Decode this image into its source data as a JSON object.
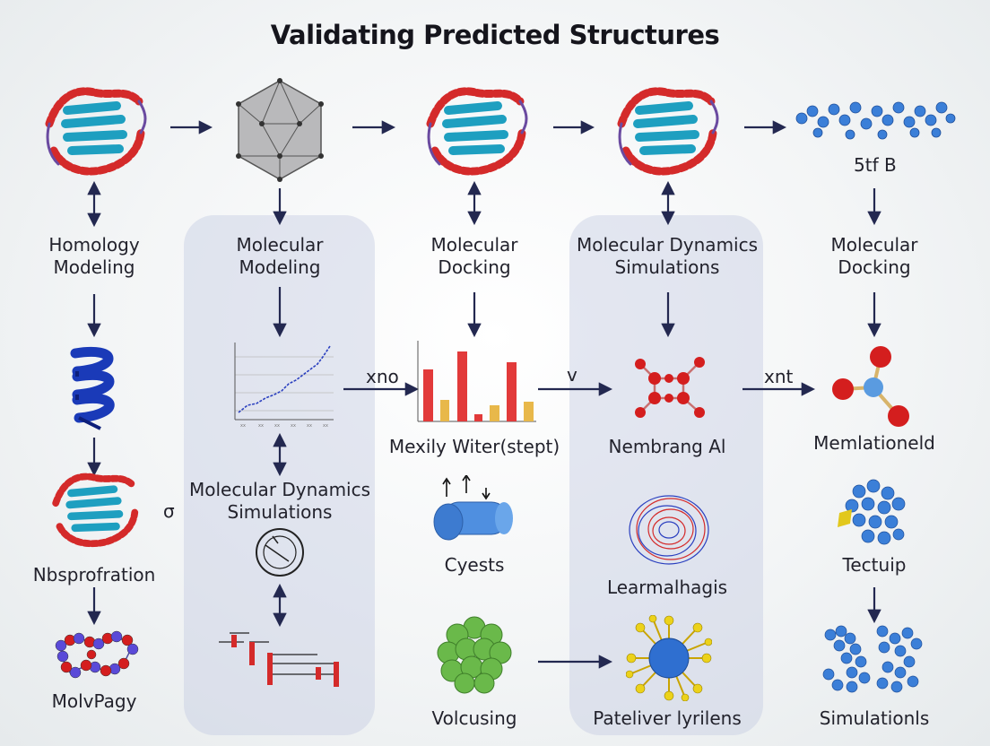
{
  "title": "Validating Predicted Structures",
  "columns": {
    "c1": {
      "top": "Homology\nModeling",
      "mid": "Nbsprofration",
      "bottom": "MolvPagy"
    },
    "c2": {
      "top": "Molecular\nModeling",
      "mid": "Molecular Dynamics\nSimulations"
    },
    "c3": {
      "top": "Molecular\nDocking",
      "mid": "Mexily Witer(stept)",
      "mid2": "Cyests",
      "bottom": "Volcusing"
    },
    "c4": {
      "top": "Molecular Dynamics\nSimulations",
      "mid": "Nembrang Al",
      "mid2": "Learmalhagis",
      "bottom": "Pateliver lyrilens"
    },
    "c5": {
      "topnote": "5tf B",
      "top": "Molecular\nDocking",
      "mid": "Memlationeld",
      "mid2": "Tectuip",
      "bottom": "Simulationls"
    }
  },
  "connectors": {
    "a1": "xno",
    "a2": "v",
    "a3": "xnt",
    "side": "σ"
  },
  "icon_names": [
    "protein-ribbon-icon",
    "polyhedron-icon",
    "helix-icon",
    "line-plot-icon",
    "bar-chart-icon",
    "molecule-icon",
    "circle-gauge-icon",
    "block-diagram-icon",
    "cylinder-icon",
    "spiral-rings-icon",
    "sphere-cluster-icon",
    "nanoparticle-icon",
    "ball-chain-icon"
  ],
  "colors": {
    "panel": "#c6cbe2",
    "arrow": "#232850",
    "helix_red": "#d42a2a",
    "strand_teal": "#1e9fc0",
    "blue_bead": "#3b7fd8"
  }
}
